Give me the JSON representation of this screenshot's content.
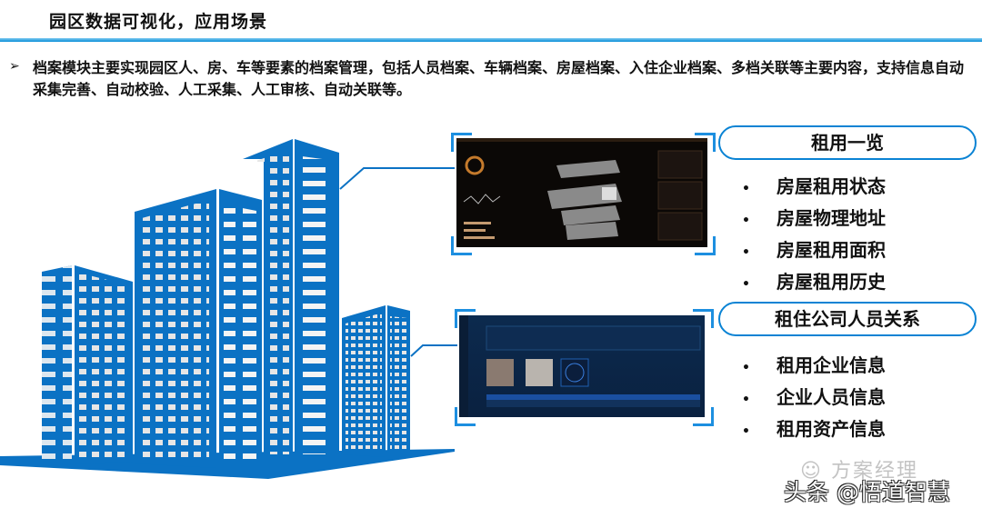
{
  "header": {
    "title": "园区数据可视化，应用场景"
  },
  "intro": {
    "bullet_icon": "arrow-bullet-icon",
    "text": "档案模块主要实现园区人、房、车等要素的档案管理，包括人员档案、车辆档案、房屋档案、入住企业档案、多档关联等主要内容，支持信息自动采集完善、自动校验、人工采集、人工审核、自动关联等。"
  },
  "sections": [
    {
      "title": "租用一览",
      "items": [
        "房屋租用状态",
        "房屋物理地址",
        "房屋租用面积",
        "房屋租用历史"
      ]
    },
    {
      "title": "租住公司人员关系",
      "items": [
        "租用企业信息",
        "企业人员信息",
        "租用资产信息"
      ]
    }
  ],
  "watermark": {
    "logo_text": "方案经理",
    "credit": "头条 @悟道智慧"
  },
  "colors": {
    "accent": "#0a83d4",
    "building": "#0b72c4"
  }
}
